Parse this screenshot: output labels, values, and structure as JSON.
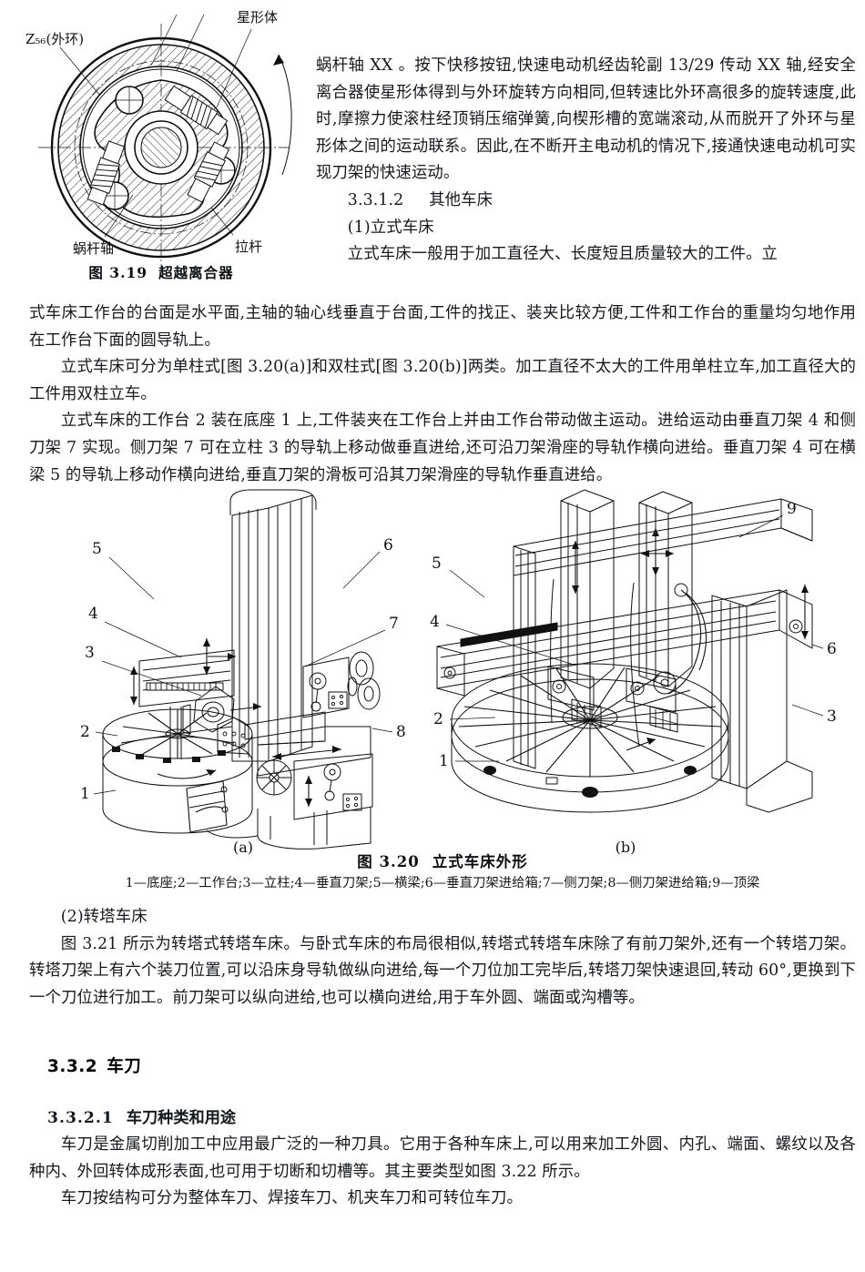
{
  "figure_319": {
    "labels": {
      "outer_ring": "Z₅₆(外环)",
      "star_body": "星形体",
      "worm_shaft": "蜗杆轴",
      "pull_rod": "拉杆"
    },
    "caption_number": "图 3.19",
    "caption_title": "超越离合器"
  },
  "body_top": [
    "蜗杆轴 ⅩⅩ 。按下快移按钮,快速电动机经齿轮副 13/29 传动 ⅩⅩ 轴,经安全离合器使星形体得到与外环旋转方向相同,但转速比外环高很多的旋转速度,此时,摩擦力使滚柱经顶销压缩弹簧,向楔形槽的宽端滚动,从而脱开了外环与星形体之间的运动联系。因此,在不断开主电动机的情况下,接通快速电动机可实现刀架的快速运动。"
  ],
  "heading_3312": {
    "number": "3.3.1.2",
    "title": "其他车床"
  },
  "sub_1_title": "(1)立式车床",
  "body_mid": [
    "立式车床一般用于加工直径大、长度短且质量较大的工件。立式车床工作台的台面是水平面,主轴的轴心线垂直于台面,工件的找正、装夹比较方便,工件和工作台的重量均匀地作用在工作台下面的圆导轨上。",
    "立式车床可分为单柱式[图 3.20(a)]和双柱式[图 3.20(b)]两类。加工直径不太大的工件用单柱立车,加工直径大的工件用双柱立车。",
    "立式车床的工作台 2 装在底座 1 上,工件装夹在工作台上并由工作台带动做主运动。进给运动由垂直刀架 4 和侧刀架 7 实现。侧刀架 7 可在立柱 3 的导轨上移动做垂直进给,还可沿刀架滑座的导轨作横向进给。垂直刀架 4 可在横梁 5 的导轨上移动作横向进给,垂直刀架的滑板可沿其刀架滑座的导轨作垂直进给。"
  ],
  "figure_320": {
    "sub_a": "(a)",
    "sub_b": "(b)",
    "caption_number": "图 3.20",
    "caption_title": "立式车床外形",
    "legend": "1—底座;2—工作台;3—立柱;4—垂直刀架;5—横梁;6—垂直刀架进给箱;7—侧刀架;8—侧刀架进给箱;9—顶梁",
    "callouts_a": [
      "5",
      "4",
      "3",
      "2",
      "1",
      "6",
      "7",
      "8"
    ],
    "callouts_b": [
      "5",
      "4",
      "2",
      "1",
      "9",
      "6",
      "3"
    ]
  },
  "sub_2_title": "(2)转塔车床",
  "body_lower": [
    "图 3.21 所示为转塔式转塔车床。与卧式车床的布局很相似,转塔式转塔车床除了有前刀架外,还有一个转塔刀架。转塔刀架上有六个装刀位置,可以沿床身导轨做纵向进给,每一个刀位加工完毕后,转塔刀架快速退回,转动 60°,更换到下一个刀位进行加工。前刀架可以纵向进给,也可以横向进给,用于车外圆、端面或沟槽等。"
  ],
  "heading_332": {
    "number": "3.3.2",
    "title": "车刀"
  },
  "heading_3321": {
    "number": "3.3.2.1",
    "title": "车刀种类和用途"
  },
  "body_bottom": [
    "车刀是金属切削加工中应用最广泛的一种刀具。它用于各种车床上,可以用来加工外圆、内孔、端面、螺纹以及各种内、外回转体成形表面,也可用于切断和切槽等。其主要类型如图 3.22 所示。",
    "车刀按结构可分为整体车刀、焊接车刀、机夹车刀和可转位车刀。"
  ],
  "colors": {
    "ink": "#15191d",
    "page": "#ffffff",
    "line": "#111111"
  }
}
